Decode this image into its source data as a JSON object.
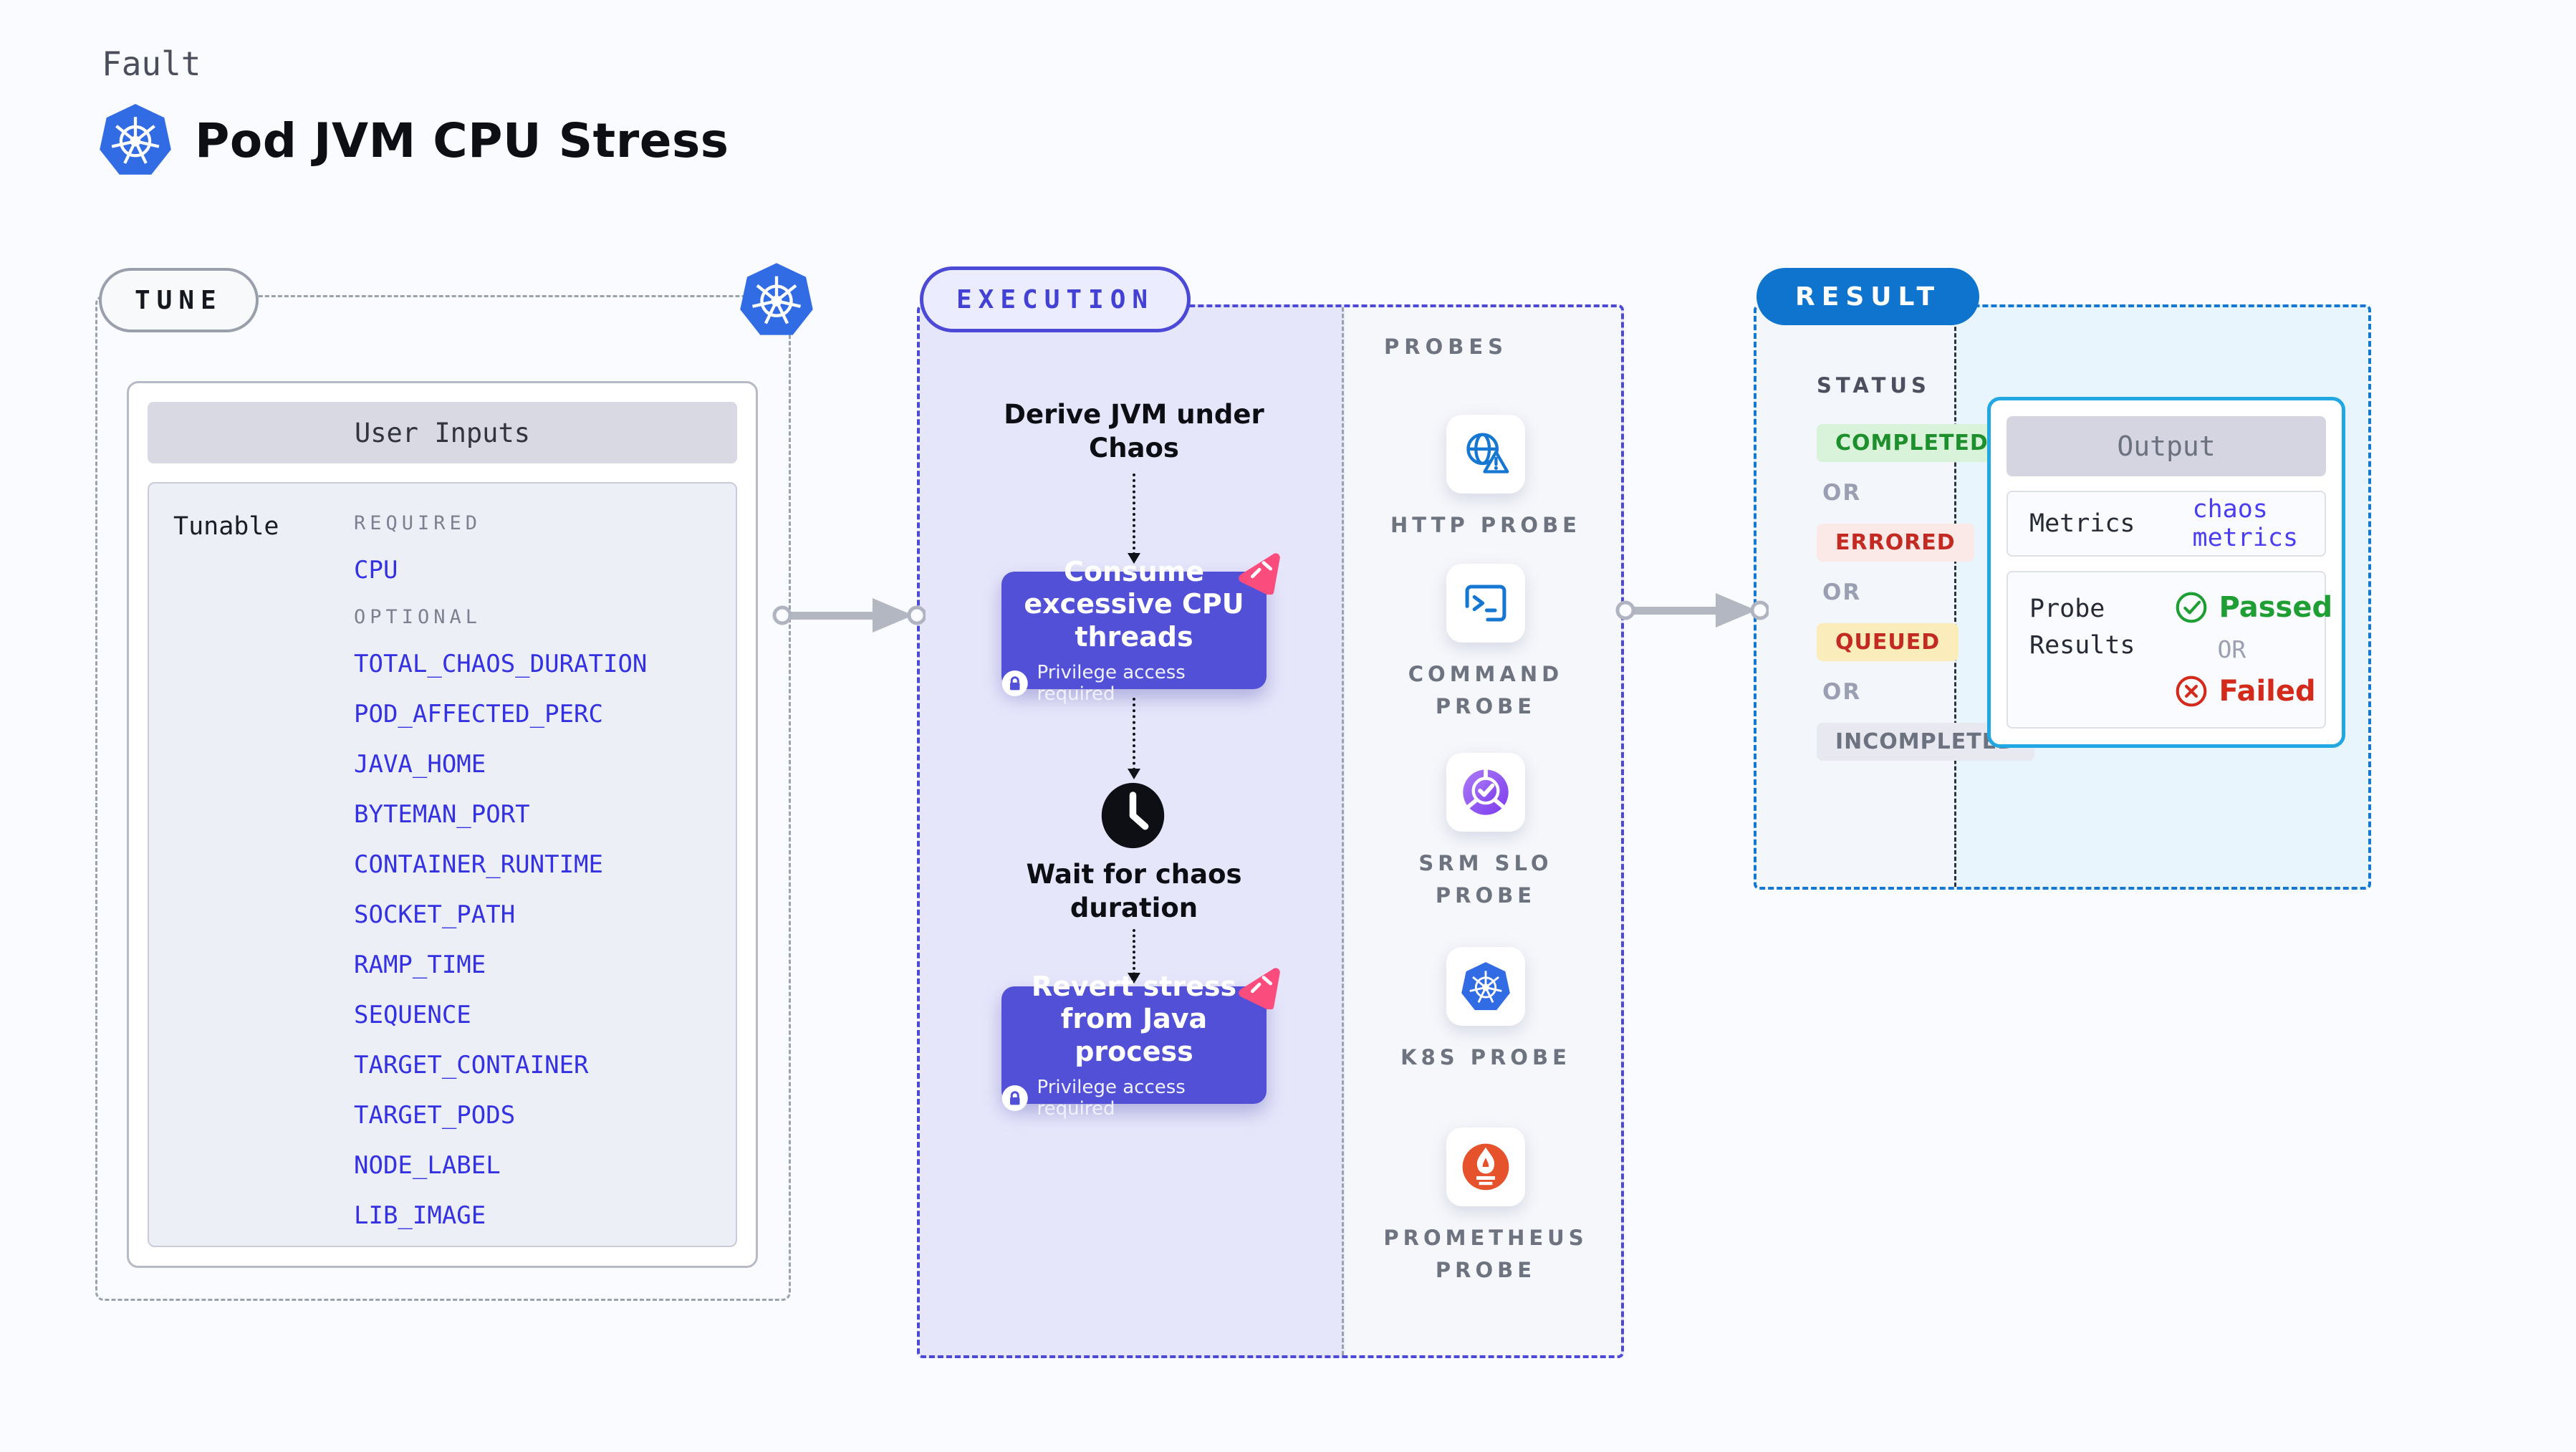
{
  "page": {
    "kicker": "Fault",
    "title": "Pod JVM CPU Stress"
  },
  "tune": {
    "pill": "TUNE",
    "user_inputs_title": "User Inputs",
    "tunable_label": "Tunable",
    "required_label": "REQUIRED",
    "required_items": [
      "CPU"
    ],
    "optional_label": "OPTIONAL",
    "optional_items": [
      "TOTAL_CHAOS_DURATION",
      "POD_AFFECTED_PERC",
      "JAVA_HOME",
      "BYTEMAN_PORT",
      "CONTAINER_RUNTIME",
      "SOCKET_PATH",
      "RAMP_TIME",
      "SEQUENCE",
      "TARGET_CONTAINER",
      "TARGET_PODS",
      "NODE_LABEL",
      "LIB_IMAGE"
    ]
  },
  "execution": {
    "pill": "EXECUTION",
    "start_label": "Derive JVM under Chaos",
    "node1_label": "Consume excessive CPU threads",
    "wait_label": "Wait for chaos duration",
    "node2_label": "Revert stress from Java process",
    "privilege_label": "Privilege access required"
  },
  "probes": {
    "heading": "PROBES",
    "items": [
      {
        "label": "HTTP PROBE",
        "icon": "http-probe-icon"
      },
      {
        "label": "COMMAND PROBE",
        "icon": "command-probe-icon"
      },
      {
        "label": "SRM SLO PROBE",
        "icon": "srm-slo-probe-icon"
      },
      {
        "label": "K8S PROBE",
        "icon": "k8s-probe-icon"
      },
      {
        "label": "PROMETHEUS PROBE",
        "icon": "prometheus-probe-icon"
      }
    ]
  },
  "result": {
    "pill": "RESULT",
    "status_heading": "STATUS",
    "or_label": "OR",
    "statuses": [
      {
        "label": "COMPLETED",
        "kind": "success"
      },
      {
        "label": "ERRORED",
        "kind": "error"
      },
      {
        "label": "QUEUED",
        "kind": "queued"
      },
      {
        "label": "INCOMPLETED",
        "kind": "neutral"
      }
    ],
    "output": {
      "title": "Output",
      "metrics_label": "Metrics",
      "metrics_value": "chaos metrics",
      "probe_results_label": "Probe Results",
      "passed_label": "Passed",
      "failed_label": "Failed"
    }
  },
  "colors": {
    "node_indigo": "#5250d6",
    "dashed_indigo": "#4b49d5",
    "k8s_blue": "#326ce5",
    "result_blue": "#0f74cd",
    "output_border_cyan": "#21a7e2",
    "scissors_pink": "#fb4d7d",
    "passed_green": "#1f9e33",
    "failed_red": "#d42a1c",
    "probe_icon_blue": "#1677d3",
    "prometheus_orange": "#e6522c",
    "srm_purple": "#7c3bed"
  }
}
